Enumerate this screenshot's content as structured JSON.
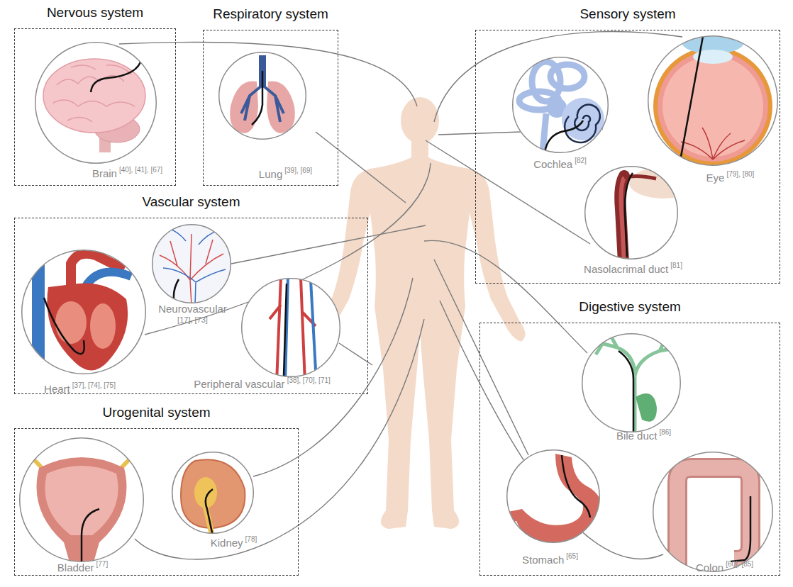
{
  "diagram": {
    "nodes": [
      {
        "text": [
          "Nervous system"
        ]
      },
      {
        "text": [
          "Brain",
          "[40], [41], [67]"
        ],
        "in": 0
      },
      {
        "text": [
          "Respiratory system"
        ]
      },
      {
        "text": [
          "Lung",
          "[39], [69]"
        ],
        "in": 2
      },
      {
        "text": [
          "Sensory system"
        ]
      },
      {
        "text": [
          "Cochlea",
          "[82]"
        ],
        "in": 4
      },
      {
        "text": [
          "Eye",
          "[79], [80]"
        ],
        "in": 4
      },
      {
        "text": [
          "Nasolacrimal duct",
          "[81]"
        ],
        "in": 4
      },
      {
        "text": [
          "Vascular system"
        ]
      },
      {
        "text": [
          "Heart",
          "[37], [74], [75]"
        ],
        "in": 8
      },
      {
        "text": [
          "Neurovascular",
          "[17], [73]"
        ],
        "in": 8
      },
      {
        "text": [
          "Peripheral vascular",
          "[38], [70], [71]"
        ],
        "in": 8
      },
      {
        "text": [
          "Digestive system"
        ]
      },
      {
        "text": [
          "Bile duct",
          "[86]"
        ],
        "in": 12
      },
      {
        "text": [
          "Stomach",
          "[65]"
        ],
        "in": 12
      },
      {
        "text": [
          "Colon",
          "[60], [85]"
        ],
        "in": 12
      },
      {
        "text": [
          "Urogenital system"
        ]
      },
      {
        "text": [
          "Bladder",
          "[77]"
        ],
        "in": 16
      },
      {
        "text": [
          "Kidney",
          "[78]"
        ],
        "in": 16
      }
    ]
  }
}
